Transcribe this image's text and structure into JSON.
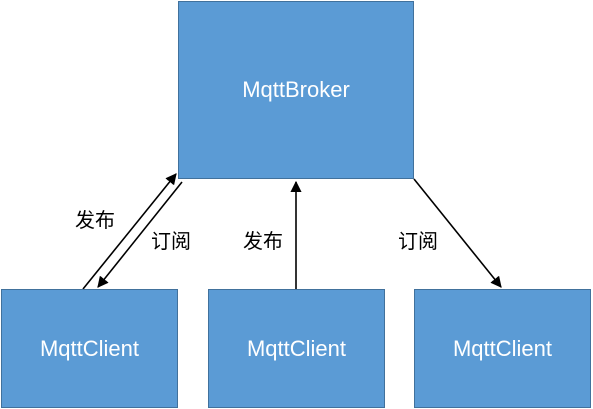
{
  "nodes": {
    "broker": {
      "label": "MqttBroker"
    },
    "client_left": {
      "label": "MqttClient"
    },
    "client_middle": {
      "label": "MqttClient"
    },
    "client_right": {
      "label": "MqttClient"
    }
  },
  "edges": {
    "publish_left": {
      "label": "发布"
    },
    "subscribe_left": {
      "label": "订阅"
    },
    "publish_middle": {
      "label": "发布"
    },
    "subscribe_right": {
      "label": "订阅"
    }
  },
  "colors": {
    "node_fill": "#5b9bd5",
    "node_border": "#41719c",
    "node_text": "#ffffff",
    "edge": "#000000"
  }
}
